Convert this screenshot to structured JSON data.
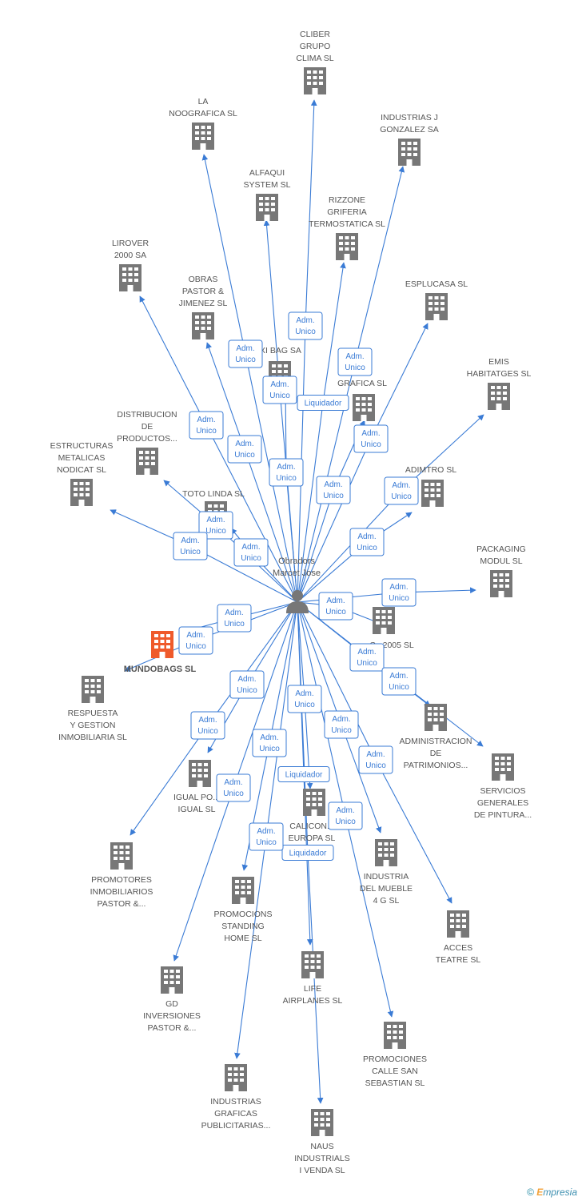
{
  "colors": {
    "accent": "#3a7bd5",
    "company": "#777777",
    "focus": "#ef5a2b",
    "person": "#777777",
    "text": "#555555"
  },
  "center": {
    "label": [
      "Obradors",
      "Marcet Jose"
    ],
    "icon": "person-icon"
  },
  "focus": {
    "label": [
      "MUNDOBAGS SL"
    ],
    "icon": "building-icon"
  },
  "nodes": [
    {
      "id": "cliber",
      "label": [
        "CLIBER",
        "GRUPO",
        "CLIMA SL"
      ]
    },
    {
      "id": "lanoografica",
      "label": [
        "LA",
        "NOOGRAFICA SL"
      ]
    },
    {
      "id": "industriasj",
      "label": [
        "INDUSTRIAS J",
        "GONZALEZ SA"
      ]
    },
    {
      "id": "alfaqui",
      "label": [
        "ALFAQUI",
        "SYSTEM SL"
      ]
    },
    {
      "id": "rizzone",
      "label": [
        "RIZZONE",
        "GRIFERIA",
        "TERMOSTATICA SL"
      ]
    },
    {
      "id": "lirover",
      "label": [
        "LIROVER",
        "2000 SA"
      ]
    },
    {
      "id": "obras",
      "label": [
        "OBRAS",
        "PASTOR &",
        "JIMENEZ SL"
      ]
    },
    {
      "id": "esplucasa",
      "label": [
        "ESPLUCASA SL"
      ]
    },
    {
      "id": "xibag",
      "label": [
        "XI BAG SA"
      ]
    },
    {
      "id": "grafica",
      "label": [
        "S",
        "RIA",
        "GRAFICA SL"
      ]
    },
    {
      "id": "emis",
      "label": [
        "EMIS",
        "HABITATGES SL"
      ]
    },
    {
      "id": "distribucion",
      "label": [
        "DISTRIBUCION",
        "DE",
        "PRODUCTOS..."
      ]
    },
    {
      "id": "estructuras",
      "label": [
        "ESTRUCTURAS",
        "METALICAS",
        "NODICAT SL"
      ]
    },
    {
      "id": "adimtro",
      "label": [
        "ADIMTRO SL"
      ]
    },
    {
      "id": "totolinda",
      "label": [
        "TOTO LINDA SL"
      ]
    },
    {
      "id": "packaging",
      "label": [
        "PACKAGING",
        "MODUL SL"
      ]
    },
    {
      "id": "c2005",
      "label": [
        "C...2005 SL"
      ]
    },
    {
      "id": "respuesta",
      "label": [
        "RESPUESTA",
        "Y GESTION",
        "INMOBILIARIA SL"
      ]
    },
    {
      "id": "administracion",
      "label": [
        "ADMINISTRACION",
        "DE",
        "PATRIMONIOS..."
      ]
    },
    {
      "id": "servicios",
      "label": [
        "SERVICIOS",
        "GENERALES",
        "DE PINTURA..."
      ]
    },
    {
      "id": "igual",
      "label": [
        "IGUAL PO...",
        "IGUAL SL"
      ]
    },
    {
      "id": "calicon",
      "label": [
        "CALICON...",
        "EUROPA SL"
      ]
    },
    {
      "id": "promotores",
      "label": [
        "PROMOTORES",
        "INMOBILIARIOS",
        "PASTOR &..."
      ]
    },
    {
      "id": "industriamueble",
      "label": [
        "INDUSTRIA",
        "DEL MUEBLE",
        "4 G SL"
      ]
    },
    {
      "id": "promocions",
      "label": [
        "PROMOCIONS",
        "STANDING",
        "HOME SL"
      ]
    },
    {
      "id": "acces",
      "label": [
        "ACCES",
        "TEATRE SL"
      ]
    },
    {
      "id": "gd",
      "label": [
        "GD",
        "INVERSIONES",
        "PASTOR &..."
      ]
    },
    {
      "id": "life",
      "label": [
        "LIFE",
        "AIRPLANES SL"
      ]
    },
    {
      "id": "promociones",
      "label": [
        "PROMOCIONES",
        "CALLE SAN",
        "SEBASTIAN SL"
      ]
    },
    {
      "id": "industriasgraficas",
      "label": [
        "INDUSTRIAS",
        "GRAFICAS",
        "PUBLICITARIAS..."
      ]
    },
    {
      "id": "naus",
      "label": [
        "NAUS",
        "INDUSTRIALS",
        "I VENDA SL"
      ]
    }
  ],
  "edge_labels": [
    {
      "id": "e1",
      "label": [
        "Adm.",
        "Unico"
      ]
    },
    {
      "id": "e2",
      "label": [
        "Adm.",
        "Unico"
      ]
    },
    {
      "id": "e3",
      "label": [
        "Adm.",
        "Unico"
      ]
    },
    {
      "id": "e4",
      "label": [
        "Adm.",
        "Unico"
      ]
    },
    {
      "id": "e5",
      "label": [
        "Liquidador"
      ]
    },
    {
      "id": "e6",
      "label": [
        "Adm.",
        "Unico"
      ]
    },
    {
      "id": "e7",
      "label": [
        "Adm.",
        "Unico"
      ]
    },
    {
      "id": "e8",
      "label": [
        "Adm.",
        "Unico"
      ]
    },
    {
      "id": "e9",
      "label": [
        "Adm.",
        "Unico"
      ]
    },
    {
      "id": "e10",
      "label": [
        "Adm.",
        "Unico"
      ]
    },
    {
      "id": "e11",
      "label": [
        "Adm.",
        "Unico"
      ]
    },
    {
      "id": "e12",
      "label": [
        "Adm.",
        "Unico"
      ]
    },
    {
      "id": "e13",
      "label": [
        "Adm.",
        "Unico"
      ]
    },
    {
      "id": "e14",
      "label": [
        "Adm.",
        "Unico"
      ]
    },
    {
      "id": "e15",
      "label": [
        "Adm.",
        "Unico"
      ]
    },
    {
      "id": "e16",
      "label": [
        "Adm.",
        "Unico"
      ]
    },
    {
      "id": "e17",
      "label": [
        "Adm.",
        "Unico"
      ]
    },
    {
      "id": "e18",
      "label": [
        "Adm.",
        "Unico"
      ]
    },
    {
      "id": "e19",
      "label": [
        "Adm.",
        "Unico"
      ]
    },
    {
      "id": "e20",
      "label": [
        "Adm.",
        "Unico"
      ]
    },
    {
      "id": "e21",
      "label": [
        "Adm.",
        "Unico"
      ]
    },
    {
      "id": "e22",
      "label": [
        "Adm.",
        "Unico"
      ]
    },
    {
      "id": "e23",
      "label": [
        "Adm.",
        "Unico"
      ]
    },
    {
      "id": "e24",
      "label": [
        "Adm.",
        "Unico"
      ]
    },
    {
      "id": "e25",
      "label": [
        "Adm.",
        "Unico"
      ]
    },
    {
      "id": "e26",
      "label": [
        "Liquidador"
      ]
    },
    {
      "id": "e27",
      "label": [
        "Adm.",
        "Unico"
      ]
    },
    {
      "id": "e28",
      "label": [
        "Adm.",
        "Unico"
      ]
    },
    {
      "id": "e29",
      "label": [
        "Adm.",
        "Unico"
      ]
    },
    {
      "id": "e30",
      "label": [
        "Adm.",
        "Unico"
      ]
    },
    {
      "id": "e31",
      "label": [
        "Liquidador"
      ]
    },
    {
      "id": "e32",
      "label": [
        "Adm.",
        "Unico"
      ]
    }
  ],
  "copyright": {
    "symbol": "©",
    "brand_initial": "E",
    "brand_rest": "mpresia"
  }
}
